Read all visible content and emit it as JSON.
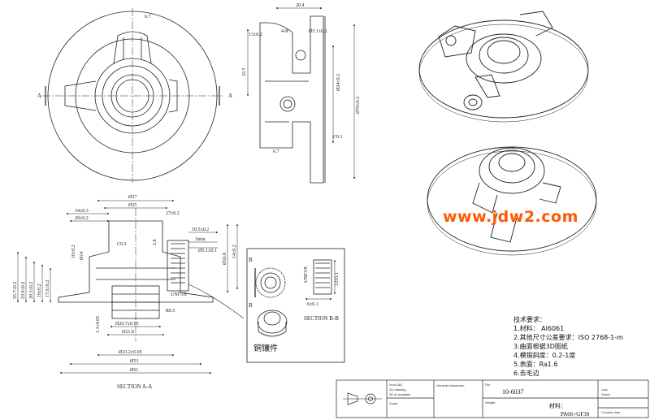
{
  "labels": {
    "section_a": "SECTION A-A",
    "section_b": "SECTION B-B",
    "insert_label": "铜镶件",
    "arrow_a": "A",
    "arrow_b": "B"
  },
  "dims": {
    "d20_4": "20.4",
    "d13": "13±0.2",
    "d4r": "4-R",
    "d5_1": "Ø5.1±0.2",
    "d32_5": "32.5",
    "d24": "Ø24±0.2",
    "d70": "Ø70±0.3",
    "d6_7": "6.7",
    "d_c01": "C0.1",
    "d34": "34±0.3",
    "d20b": "20±0.2",
    "d27a": "Ø27",
    "d25": "Ø25",
    "d27b": "27±0.2",
    "d10_5": "10.5±0.2",
    "d3min": "3min",
    "d5_1b": "Ø5.1±0.1",
    "d16_8": "Ø16.8",
    "d10": "10±0.2",
    "d14": "Ø14",
    "d_c02": "C0.2",
    "d25_7": "25.7±0.2",
    "d23_9": "23.9±0.2",
    "d20_5": "20.5±0.2",
    "d19": "19±0.2",
    "d17_6": "17.6±0.2",
    "d20_7": "Ø20.7±0.05",
    "d21_8": "Ø21.8",
    "d23_2": "Ø23.2±0.05",
    "d53": "Ø53",
    "d61": "Ø61",
    "d_unf": "UNF3/8",
    "d1_3": "1.3±0.05",
    "d6_1": "6±0.1",
    "d12": "12±0.1",
    "d2_8": "2.8",
    "d_r05": "R0.5",
    "d14b": "14±0.2"
  },
  "notes": {
    "title": "技术要求：",
    "items": [
      "1.材料：  Al6061",
      "2.其他尺寸公差要求：ISO 2768-1-m",
      "3.曲面根据3D图纸",
      "4.模锻斜度：0.2-1度",
      "5.表面：Ra1.6",
      "6.去毛边"
    ]
  },
  "watermark": "www.jdw2.com",
  "title_block": {
    "company_1": "InnoCAD",
    "company_2": "2D-drawing",
    "company_3": "3D-fil available",
    "scale_label": "Scale:",
    "tolerance_label": "General tolerances:",
    "file_label": "File",
    "part_number": "10-6037",
    "weight_label": "Weight:",
    "material_label": "材料：",
    "material_value": "PA66+GF30",
    "last_label": "Last",
    "sheet_label": "Sheet:",
    "created_label": "Created date"
  }
}
